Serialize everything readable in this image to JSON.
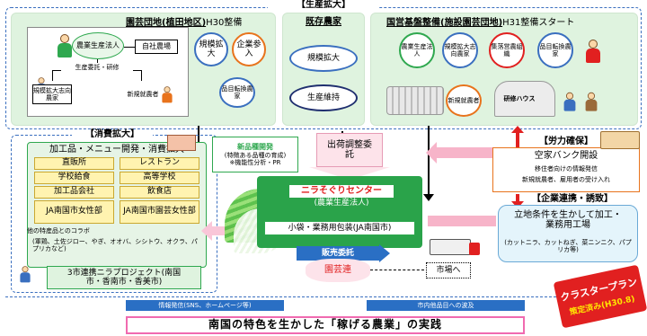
{
  "top_banner": "【生産拡大】",
  "engei": {
    "title": "園芸団地(植田地区)",
    "year": "H30整備",
    "center": "農業生産法人",
    "own_farm": "自社農場",
    "relation": "生産委託・研修",
    "left_person": "規模拡大志向農家",
    "right_person": "新規就農者",
    "bubble1": "規模拡大",
    "bubble2": "企業参入",
    "bubble3": "品目転換農家"
  },
  "kison": {
    "title": "既存農家",
    "oval1": "規模拡大",
    "oval2": "生産維持"
  },
  "kokuei": {
    "title": "国営基盤整備(施設園芸団地)",
    "year": "H31整備スタート",
    "c1": "農業生産法人",
    "c2": "規模拡大志向農家",
    "c3": "集落営農組織",
    "c4": "品目転換農家",
    "newfarmer": "新規就農者",
    "training": "研修ハウス"
  },
  "shohi": {
    "title": "【消費拡大】",
    "subtitle": "加工品・メニュー開発・消費拡大",
    "cells": [
      "直販所",
      "レストラン",
      "学校給食",
      "高等学校",
      "加工品会社",
      "飲食店",
      "JA南国市女性部",
      "JA南国市園芸女性部"
    ],
    "collab": "他の特産品とのコラボ",
    "collab_detail": "(軍鶏、土佐ジロー、やぎ、オオバ、シシトウ、オクラ、パプリカなど)",
    "project": "3市連携ニラプロジェクト(南国市・香南市・香美市)"
  },
  "hinshu": {
    "title": "新品種開発",
    "detail": "(特徴ある品種の育成)",
    "note": "※機能性分析・PR"
  },
  "shukka": "出荷調整委託",
  "center": {
    "title": "ニラそぐりセンター",
    "sub": "(農業生産法人)",
    "pack": "小袋・業務用包装(JA南国市)"
  },
  "hanbai": "販売委託",
  "engeiren": "園芸連",
  "market": "市場へ",
  "rodo": {
    "title": "【労力確保】",
    "bank": "空家バンク開設",
    "d1": "移住者向けの情報発信",
    "d2": "新規就農者、雇用者の受け入れ"
  },
  "kigyo": {
    "title": "【企業連携・誘致】",
    "body": "立地条件を生かして加工・業務用工場",
    "detail": "(カットニラ、カットねぎ、菜ニンニク、パプリカ等)"
  },
  "bottom_left": "情報発信(SNS、ホームページ等)",
  "bottom_right": "市内他品目への波及",
  "slogan": "南国の特色を生かした「稼げる農業」の実践",
  "cluster": {
    "line1": "クラスタープラン",
    "line2": "策定済み(H30.8)"
  },
  "colors": {
    "accent_blue": "#3a6fbf",
    "pink": "#f06ab0",
    "orange": "#e8731c",
    "green": "#2fa84f",
    "red": "#e12020",
    "dark_blue": "#1f4e9c"
  }
}
